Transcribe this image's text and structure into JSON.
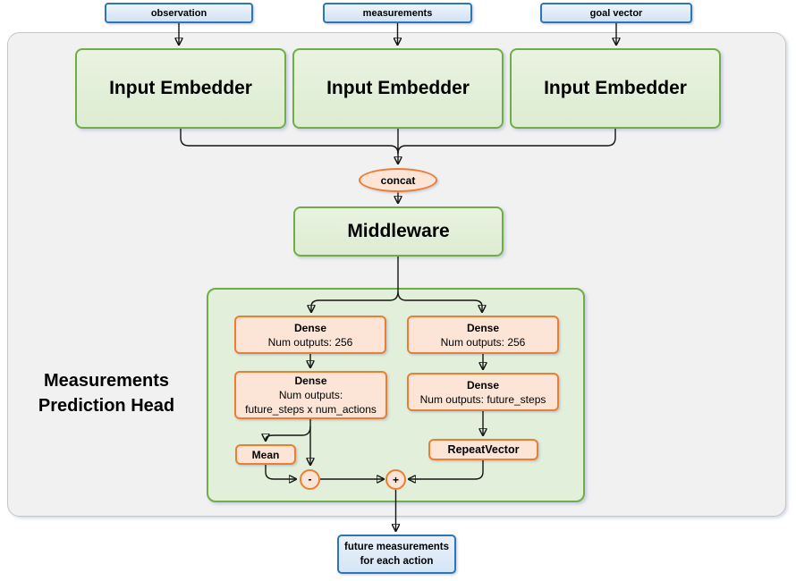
{
  "inputs": [
    {
      "label": "observation"
    },
    {
      "label": "measurements"
    },
    {
      "label": "goal vector"
    }
  ],
  "embedders": [
    {
      "label": "Input Embedder"
    },
    {
      "label": "Input Embedder"
    },
    {
      "label": "Input Embedder"
    }
  ],
  "concat": {
    "label": "concat"
  },
  "middleware": {
    "label": "Middleware"
  },
  "head": {
    "title_line1": "Measurements",
    "title_line2": "Prediction Head",
    "dense_action_1": {
      "title": "Dense",
      "line1": "Num outputs: 256"
    },
    "dense_measure_1": {
      "title": "Dense",
      "line1": "Num outputs: 256"
    },
    "dense_action_2": {
      "title": "Dense",
      "line1": "Num outputs:",
      "line2": "future_steps x num_actions"
    },
    "dense_measure_2": {
      "title": "Dense",
      "line1": "Num outputs: future_steps"
    },
    "mean": {
      "label": "Mean"
    },
    "repeat_vector": {
      "label": "RepeatVector"
    },
    "minus": {
      "label": "-"
    },
    "plus": {
      "label": "+"
    }
  },
  "output": {
    "line1": "future measurements",
    "line2": "for each action"
  },
  "colors": {
    "panel_fill": "#F1F1F1",
    "panel_border": "#C6C6C6",
    "green_border": "#70AD47",
    "green_fill": "#E2EFDA",
    "orange_border": "#ED7D31",
    "orange_fill": "#FCE5D6",
    "blue_border": "#2E75B6",
    "blue_fill": "#DCE8F6",
    "arrow": "#141414"
  }
}
